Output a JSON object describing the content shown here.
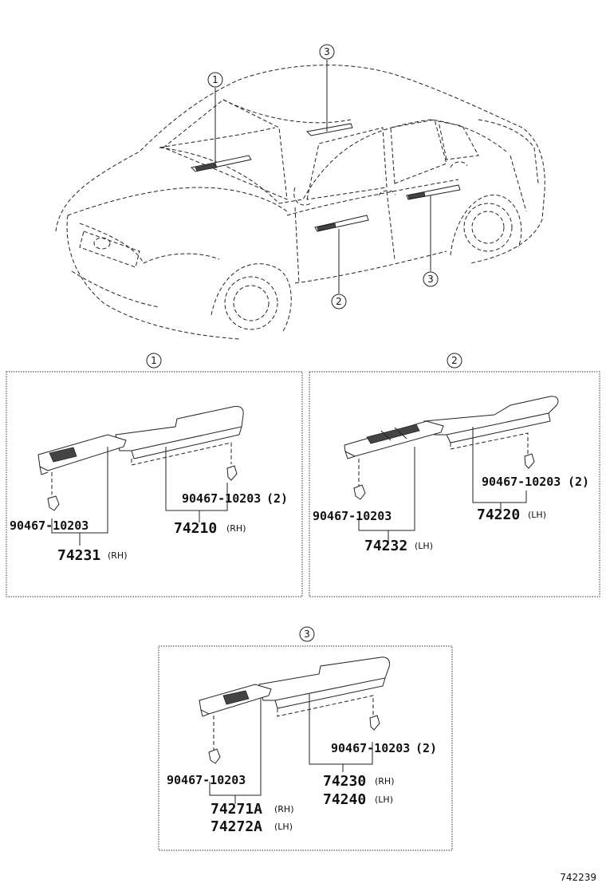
{
  "callouts": {
    "car_1": "1",
    "car_2": "2",
    "car_3": "3",
    "car_3b": "3",
    "box1": "1",
    "box2": "2",
    "box3": "3"
  },
  "box1": {
    "clip_main": "90467-10203",
    "clip_main_qty": "(2)",
    "clip_sub": "90467-10203",
    "armrest_pn": "74210",
    "armrest_sfx": "(RH)",
    "switch_pn": "74231",
    "switch_sfx": "(RH)"
  },
  "box2": {
    "clip_main": "90467-10203",
    "clip_main_qty": "(2)",
    "clip_sub": "90467-10203",
    "armrest_pn": "74220",
    "armrest_sfx": "(LH)",
    "switch_pn": "74232",
    "switch_sfx": "(LH)"
  },
  "box3": {
    "clip_main": "90467-10203",
    "clip_main_qty": "(2)",
    "clip_sub": "90467-10203",
    "armrest_pn_a": "74230",
    "armrest_sfx_a": "(RH)",
    "armrest_pn_b": "74240",
    "armrest_sfx_b": "(LH)",
    "switch_pn_a": "74271A",
    "switch_sfx_a": "(RH)",
    "switch_pn_b": "74272A",
    "switch_sfx_b": "(LH)"
  },
  "diagram_id": "742239"
}
